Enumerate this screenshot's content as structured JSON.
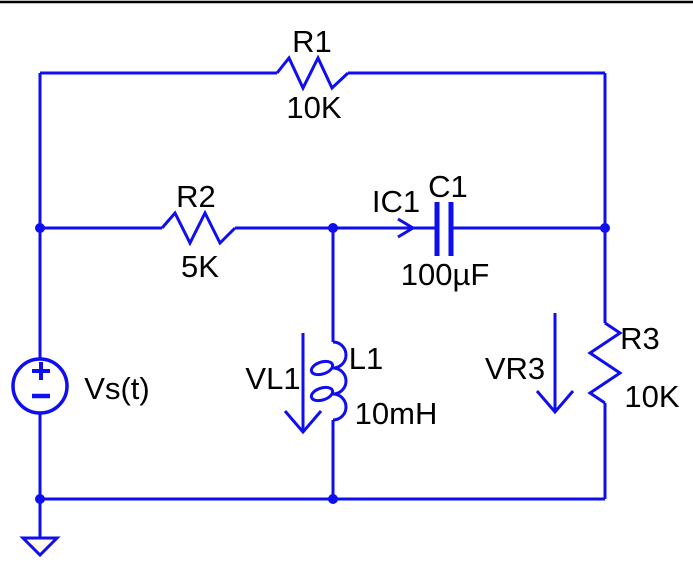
{
  "diagram": {
    "type": "circuit-schematic",
    "colors": {
      "wire": "#0e0ef0",
      "text": "#000000",
      "ground_fill": "#fffbe8",
      "top_border": "#000000",
      "background": "#ffffff"
    },
    "components": {
      "r1": {
        "name": "R1",
        "value": "10K"
      },
      "r2": {
        "name": "R2",
        "value": "5K"
      },
      "r3": {
        "name": "R3",
        "value": "10K"
      },
      "c1": {
        "name": "C1",
        "value": "100µF"
      },
      "l1": {
        "name": "L1",
        "value": "10mH"
      },
      "vs": {
        "label": "Vs(t)"
      }
    },
    "annotations": {
      "ic1": {
        "label": "IC1"
      },
      "vl1": {
        "label": "VL1"
      },
      "vr3": {
        "label": "VR3"
      }
    }
  }
}
